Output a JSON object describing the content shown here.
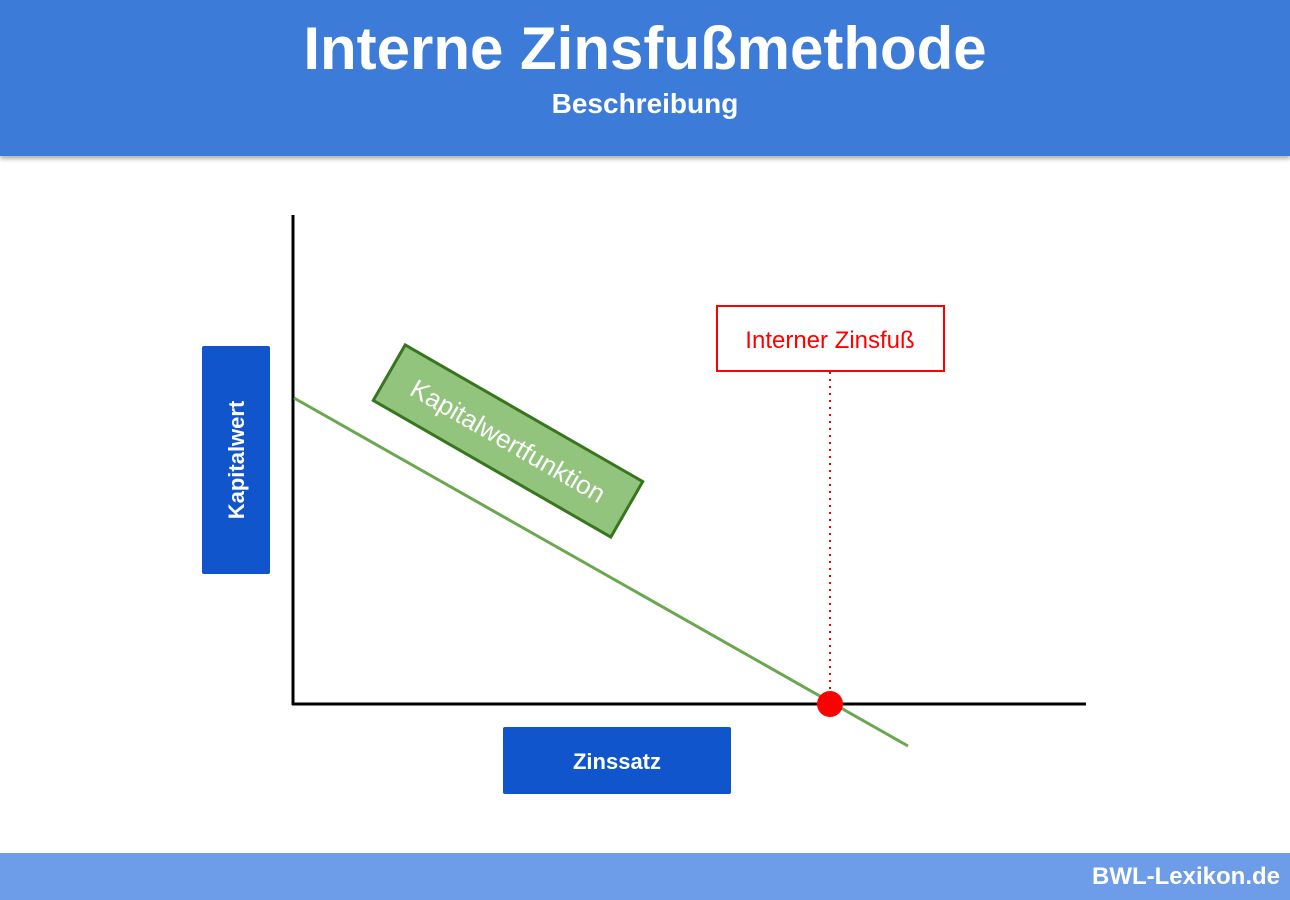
{
  "header": {
    "title": "Interne Zinsfußmethode",
    "subtitle": "Beschreibung"
  },
  "diagram": {
    "y_axis_label": "Kapitalwert",
    "x_axis_label": "Zinssatz",
    "curve_label": "Kapitalwertfunktion",
    "marker_label": "Interner Zinsfuß",
    "colors": {
      "header": "#3d7bd9",
      "axis_label_box": "#1155cc",
      "curve": "#6aa84f",
      "curve_label_box": "#93c47d",
      "marker": "#ff0000",
      "footer": "#6d9de8"
    }
  },
  "footer": {
    "brand": "BWL-Lexikon.de"
  }
}
